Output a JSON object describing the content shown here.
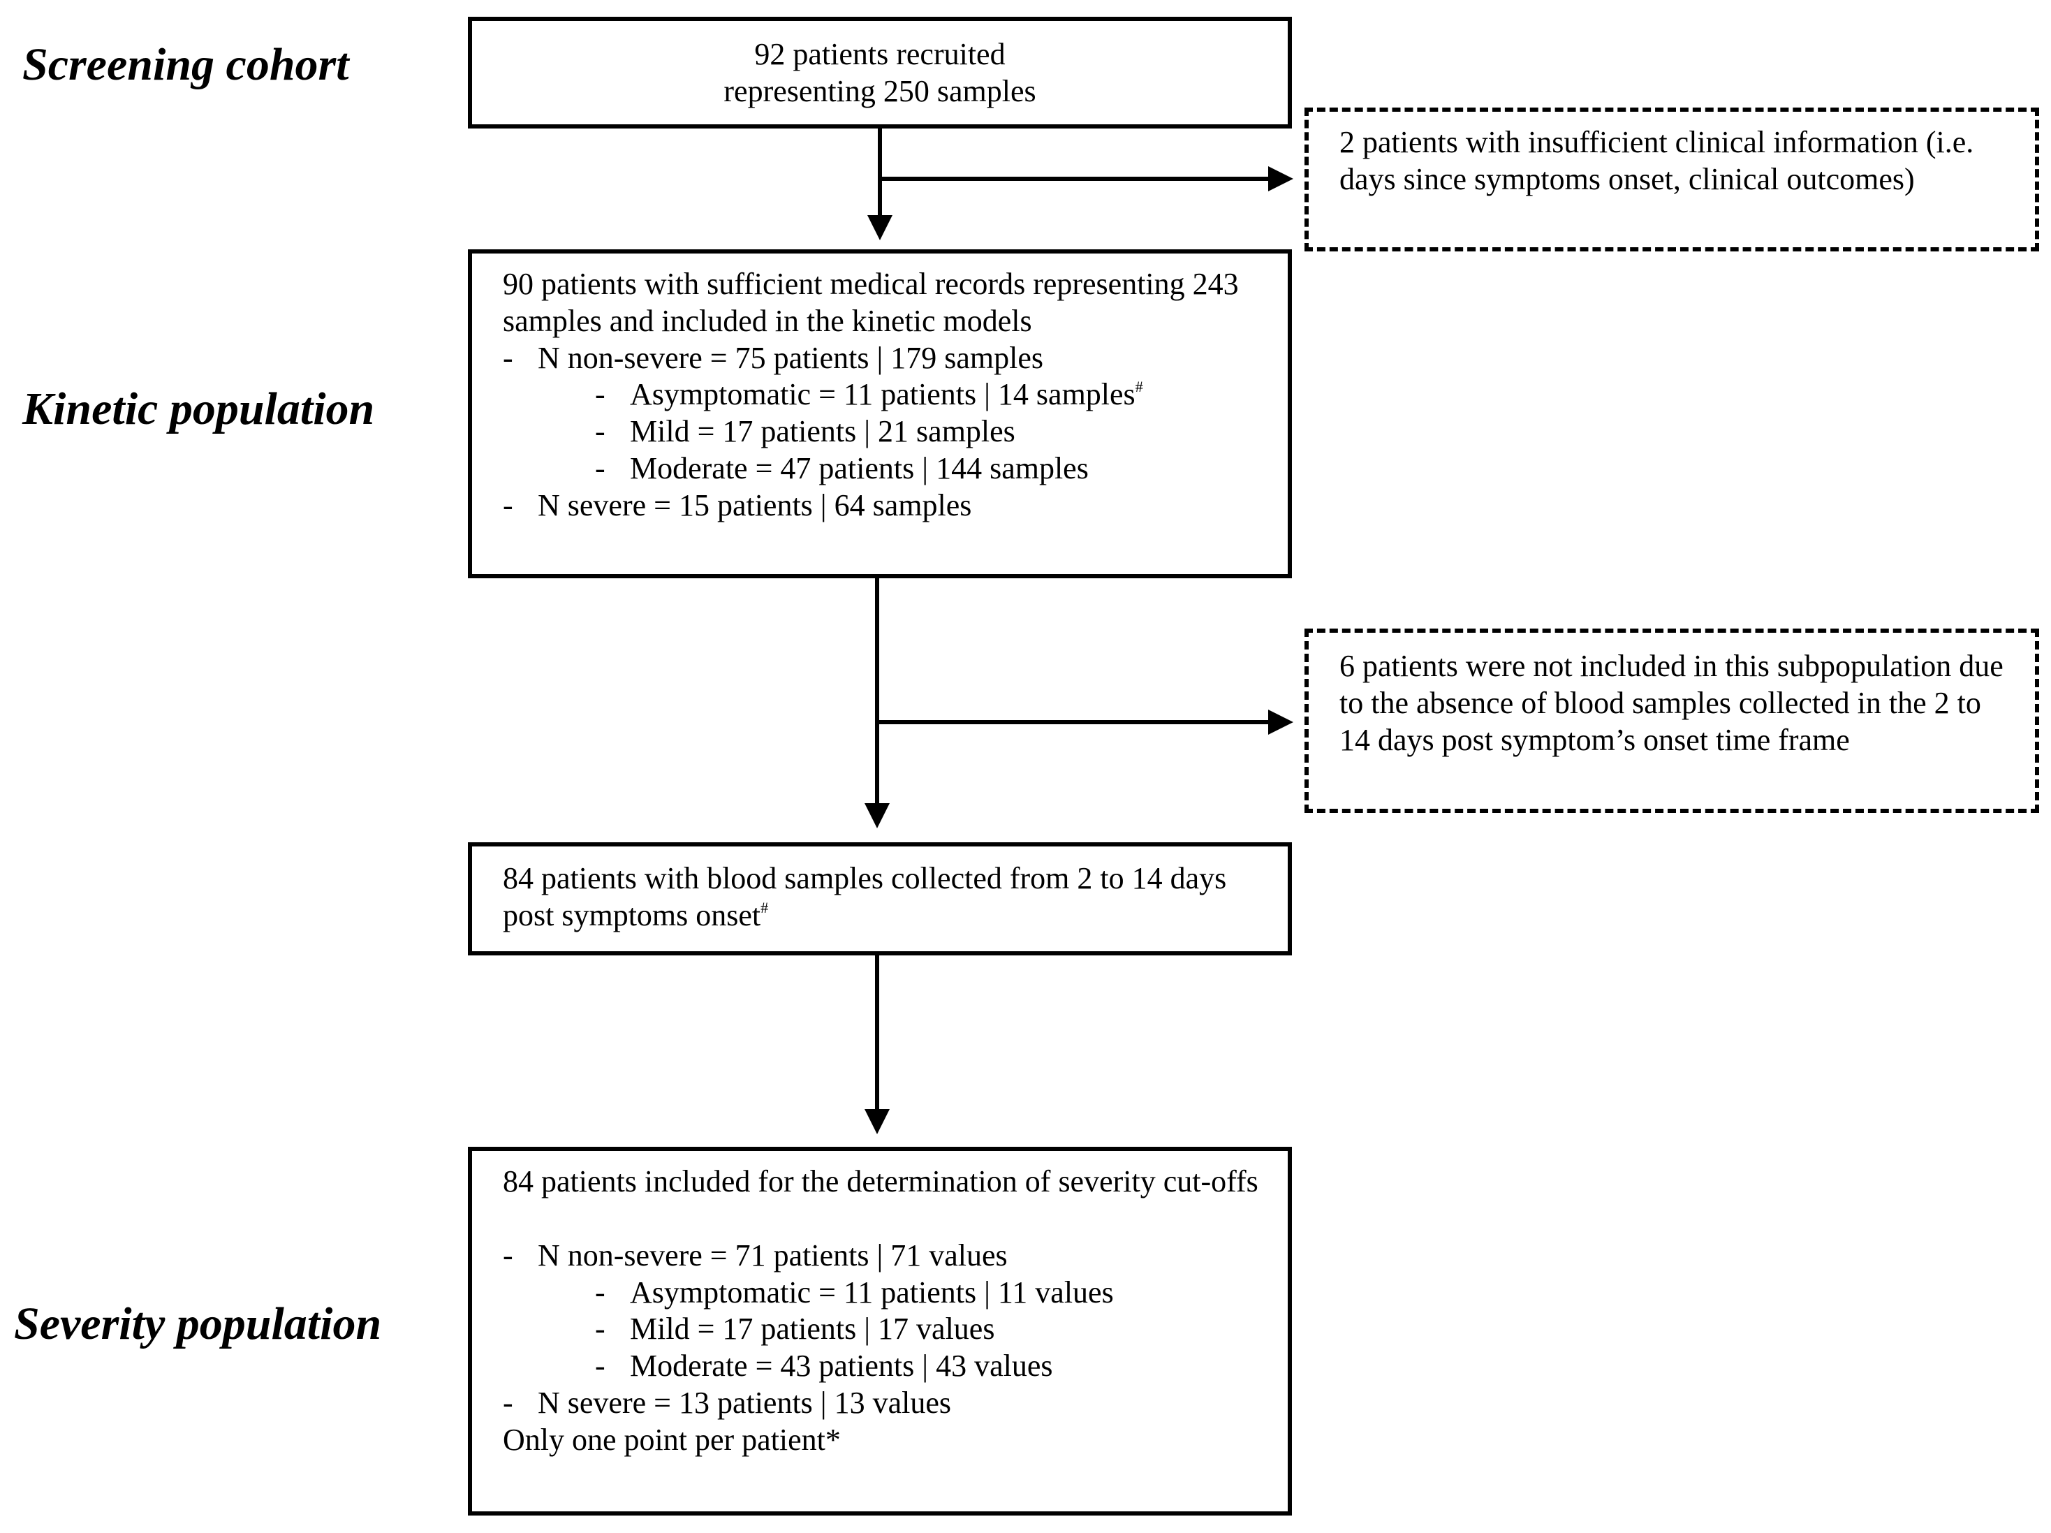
{
  "stages": {
    "screening": "Screening cohort",
    "kinetic": "Kinetic population",
    "severity": "Severity population"
  },
  "screening_box": {
    "line1": "92 patients recruited",
    "line2": "representing 250 samples"
  },
  "exclusion1": {
    "text": "2 patients with insufficient clinical information (i.e. days since symptoms onset, clinical outcomes)"
  },
  "kinetic_box": {
    "intro": "90 patients with sufficient medical records representing 243 samples and included in the kinetic models",
    "non_severe": "N non-severe = 75 patients | 179 samples",
    "asymptomatic": "Asymptomatic = 11 patients | 14 samples",
    "asymptomatic_mark": "#",
    "mild": "Mild = 17 patients | 21 samples",
    "moderate": "Moderate = 47 patients | 144 samples",
    "severe": "N severe = 15 patients | 64 samples"
  },
  "exclusion2": {
    "text": "6 patients were not included in this subpopulation due to the absence of blood samples collected in the 2 to 14 days post symptom’s onset  time frame"
  },
  "window_box": {
    "text": "84 patients with blood samples collected from 2 to 14 days post symptoms onset",
    "mark": "#"
  },
  "severity_box": {
    "intro": "84 patients included for the determination of severity cut-offs",
    "non_severe": "N non-severe = 71 patients | 71 values",
    "asymptomatic": "Asymptomatic = 11 patients | 11 values",
    "mild": "Mild = 17 patients | 17 values",
    "moderate": "Moderate = 43 patients | 43 values",
    "severe": "N severe = 13 patients | 13 values",
    "note": "Only one point per patient*"
  },
  "list_dash": "-"
}
